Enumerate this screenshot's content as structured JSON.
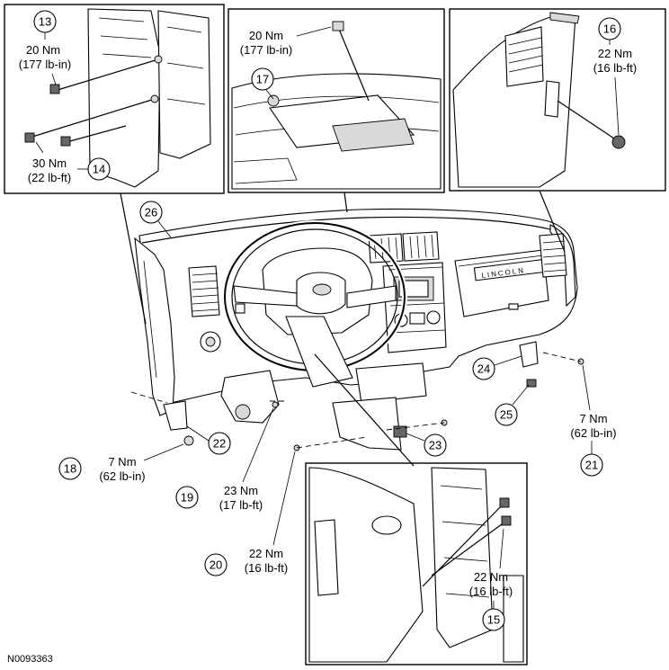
{
  "figure_id": "N0093363",
  "brand_badge": "LINCOLN",
  "callouts": {
    "c13": "13",
    "c14": "14",
    "c15": "15",
    "c16": "16",
    "c17": "17",
    "c18": "18",
    "c19": "19",
    "c20": "20",
    "c21": "21",
    "c22": "22",
    "c23": "23",
    "c24": "24",
    "c25": "25",
    "c26": "26"
  },
  "torques": {
    "t13": [
      "20 Nm",
      "(177 lb-in)"
    ],
    "t14": [
      "30 Nm",
      "(22 lb-ft)"
    ],
    "t17": [
      "20 Nm",
      "(177 lb-in)"
    ],
    "t16": [
      "22 Nm",
      "(16 lb-ft)"
    ],
    "t18": [
      "7 Nm",
      "(62 lb-in)"
    ],
    "t19": [
      "23 Nm",
      "(17 lb-ft)"
    ],
    "t20": [
      "22 Nm",
      "(16 lb-ft)"
    ],
    "t21": [
      "7 Nm",
      "(62 lb-in)"
    ],
    "t15": [
      "22 Nm",
      "(16 lb-ft)"
    ]
  }
}
